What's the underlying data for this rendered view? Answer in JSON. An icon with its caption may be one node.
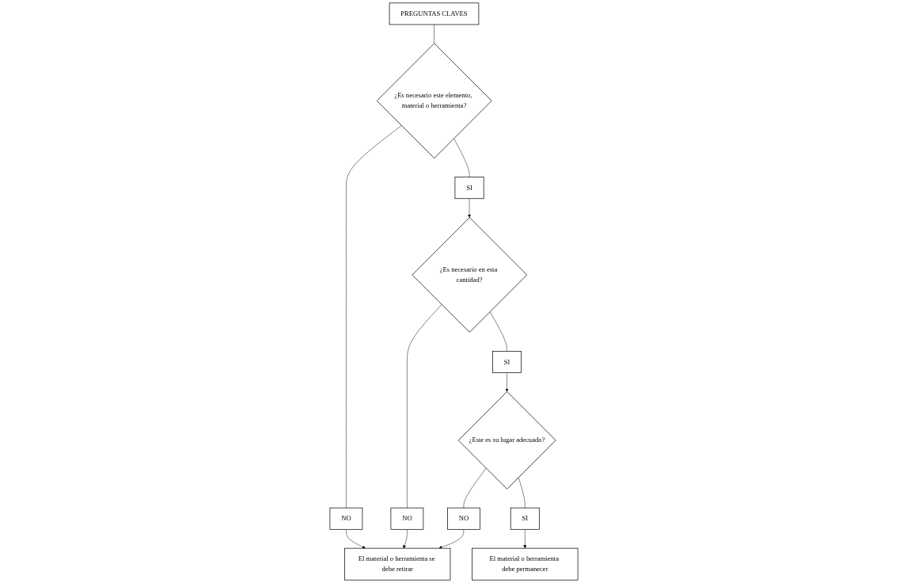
{
  "diagram": {
    "nodes": [
      {
        "text": [
          "PREGUNTAS CLAVES"
        ]
      },
      {
        "text": [
          "¿Es necesario este elemento, material o herramienta?"
        ]
      },
      {
        "text": [
          "NO"
        ]
      },
      {
        "text": [
          "SI"
        ]
      },
      {
        "text": [
          "¿Es necesario en esta cantidad?"
        ]
      },
      {
        "text": [
          "NO"
        ]
      },
      {
        "text": [
          "SI"
        ]
      },
      {
        "text": [
          "¿Este es su lugar adecuado?"
        ]
      },
      {
        "text": [
          "NO"
        ]
      },
      {
        "text": [
          "SI"
        ]
      },
      {
        "text": [
          "El material o herramienta se debe retirar"
        ]
      },
      {
        "text": [
          "El material o herramienta debe permanecer"
        ]
      }
    ],
    "edges": [
      {
        "from": 0,
        "to": 1,
        "arrow": "none"
      },
      {
        "from": 1,
        "to": 2,
        "arrow": "none"
      },
      {
        "from": 1,
        "to": 3,
        "arrow": "none"
      },
      {
        "from": 3,
        "to": 4,
        "arrow": "to"
      },
      {
        "from": 4,
        "to": 5,
        "arrow": "none"
      },
      {
        "from": 4,
        "to": 6,
        "arrow": "none"
      },
      {
        "from": 6,
        "to": 7,
        "arrow": "to"
      },
      {
        "from": 7,
        "to": 8,
        "arrow": "none"
      },
      {
        "from": 7,
        "to": 9,
        "arrow": "none"
      },
      {
        "from": 9,
        "to": 11,
        "arrow": "to"
      },
      {
        "from": 2,
        "to": 10,
        "arrow": "to"
      },
      {
        "from": 5,
        "to": 10,
        "arrow": "to"
      },
      {
        "from": 8,
        "to": 10,
        "arrow": "to"
      }
    ]
  }
}
